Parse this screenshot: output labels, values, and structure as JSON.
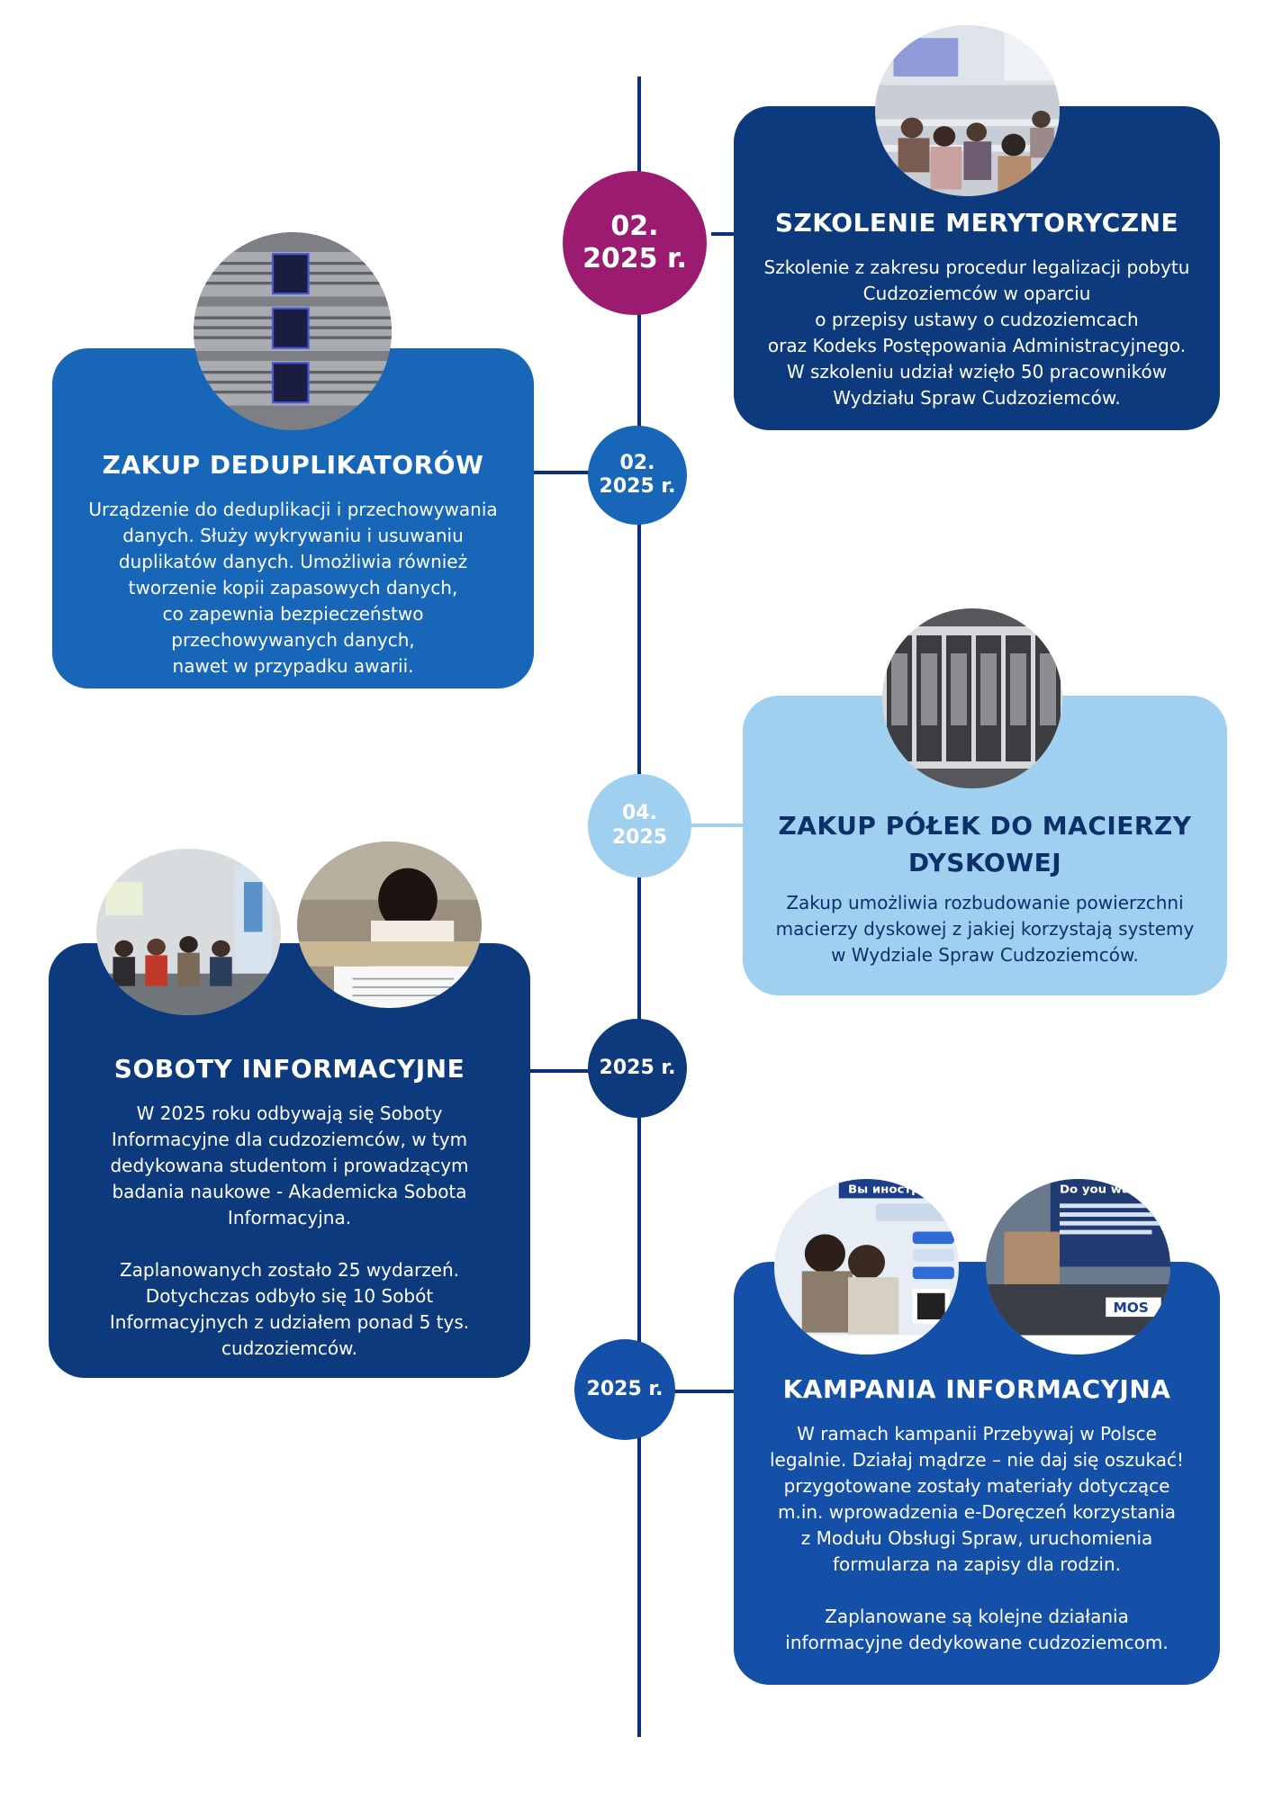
{
  "timeline": [
    {
      "date_line1": "02.",
      "date_line2": "2025 r.",
      "title": "SZKOLENIE MERYTORYCZNE",
      "body": "Szkolenie z zakresu procedur legalizacji pobytu\nCudzoziemców w oparciu\no przepisy ustawy o cudzoziemcach\noraz Kodeks Postępowania Administracyjnego.\nW szkoleniu udział wzięło 50 pracowników\nWydziału Spraw Cudzoziemców.",
      "photo": "training-room-photo",
      "color": "#0d3a7d",
      "date_color": "#9a1b6f"
    },
    {
      "date_line1": "02.",
      "date_line2": "2025 r.",
      "title": "ZAKUP DEDUPLIKATORÓW",
      "body": "Urządzenie do deduplikacji i przechowywania\ndanych. Służy wykrywaniu i usuwaniu\nduplikatów danych. Umożliwia również\ntworzenie kopii zapasowych danych,\nco zapewnia bezpieczeństwo\nprzechowywanych danych,\nnawet w przypadku awarii.",
      "photo": "server-rack-photo",
      "color": "#1766b8",
      "date_color": "#1766b8"
    },
    {
      "date_line1": "04.",
      "date_line2": "2025",
      "title": "ZAKUP PÓŁEK DO MACIERZY DYSKOWEJ",
      "body": "Zakup umożliwia rozbudowanie powierzchni\nmacierzy dyskowej z jakiej korzystają systemy\nw Wydziale Spraw Cudzoziemców.",
      "photo": "disk-array-photo",
      "color": "#9fd0f0",
      "date_color": "#9fd0f0"
    },
    {
      "date_line1": "",
      "date_line2": "2025 r.",
      "title": "SOBOTY INFORMACYJNE",
      "body": "W 2025 roku odbywają się Soboty\nInformacyjne dla cudzoziemców, w tym\ndedykowana studentom i prowadzącym\nbadania naukowe - Akademicka Sobota\nInformacyjna.\n\nZaplanowanych zostało 25 wydarzeń.\nDotychczas odbyło się 10 Sobót\nInformacyjnych z udziałem ponad 5 tys.\ncudzoziemców.",
      "photo": "info-saturday-photos",
      "color": "#0d3a7d",
      "date_color": "#0d3a7d"
    },
    {
      "date_line1": "",
      "date_line2": "2025 r.",
      "title": "KAMPANIA INFORMACYJNA",
      "body": "W ramach kampanii Przebywaj w Polsce\nlegalnie. Działaj mądrze – nie daj się oszukać!\nprzygotowane zostały materiały dotyczące\nm.in. wprowadzenia e-Doręczeń korzystania\nz Modułu Obsługi Spraw, uruchomienia\nformularza na zapisy dla rodzin.\n\nZaplanowane są kolejne działania\ninformacyjne dedykowane cudzoziemcom.",
      "photo": "campaign-posters-photos",
      "color": "#1450a8",
      "date_color": "#1450a8"
    }
  ],
  "posters": {
    "poster1_heading": "Вы иностранец",
    "poster2_heading": "Do you want to",
    "poster2_brand": "MOS"
  }
}
